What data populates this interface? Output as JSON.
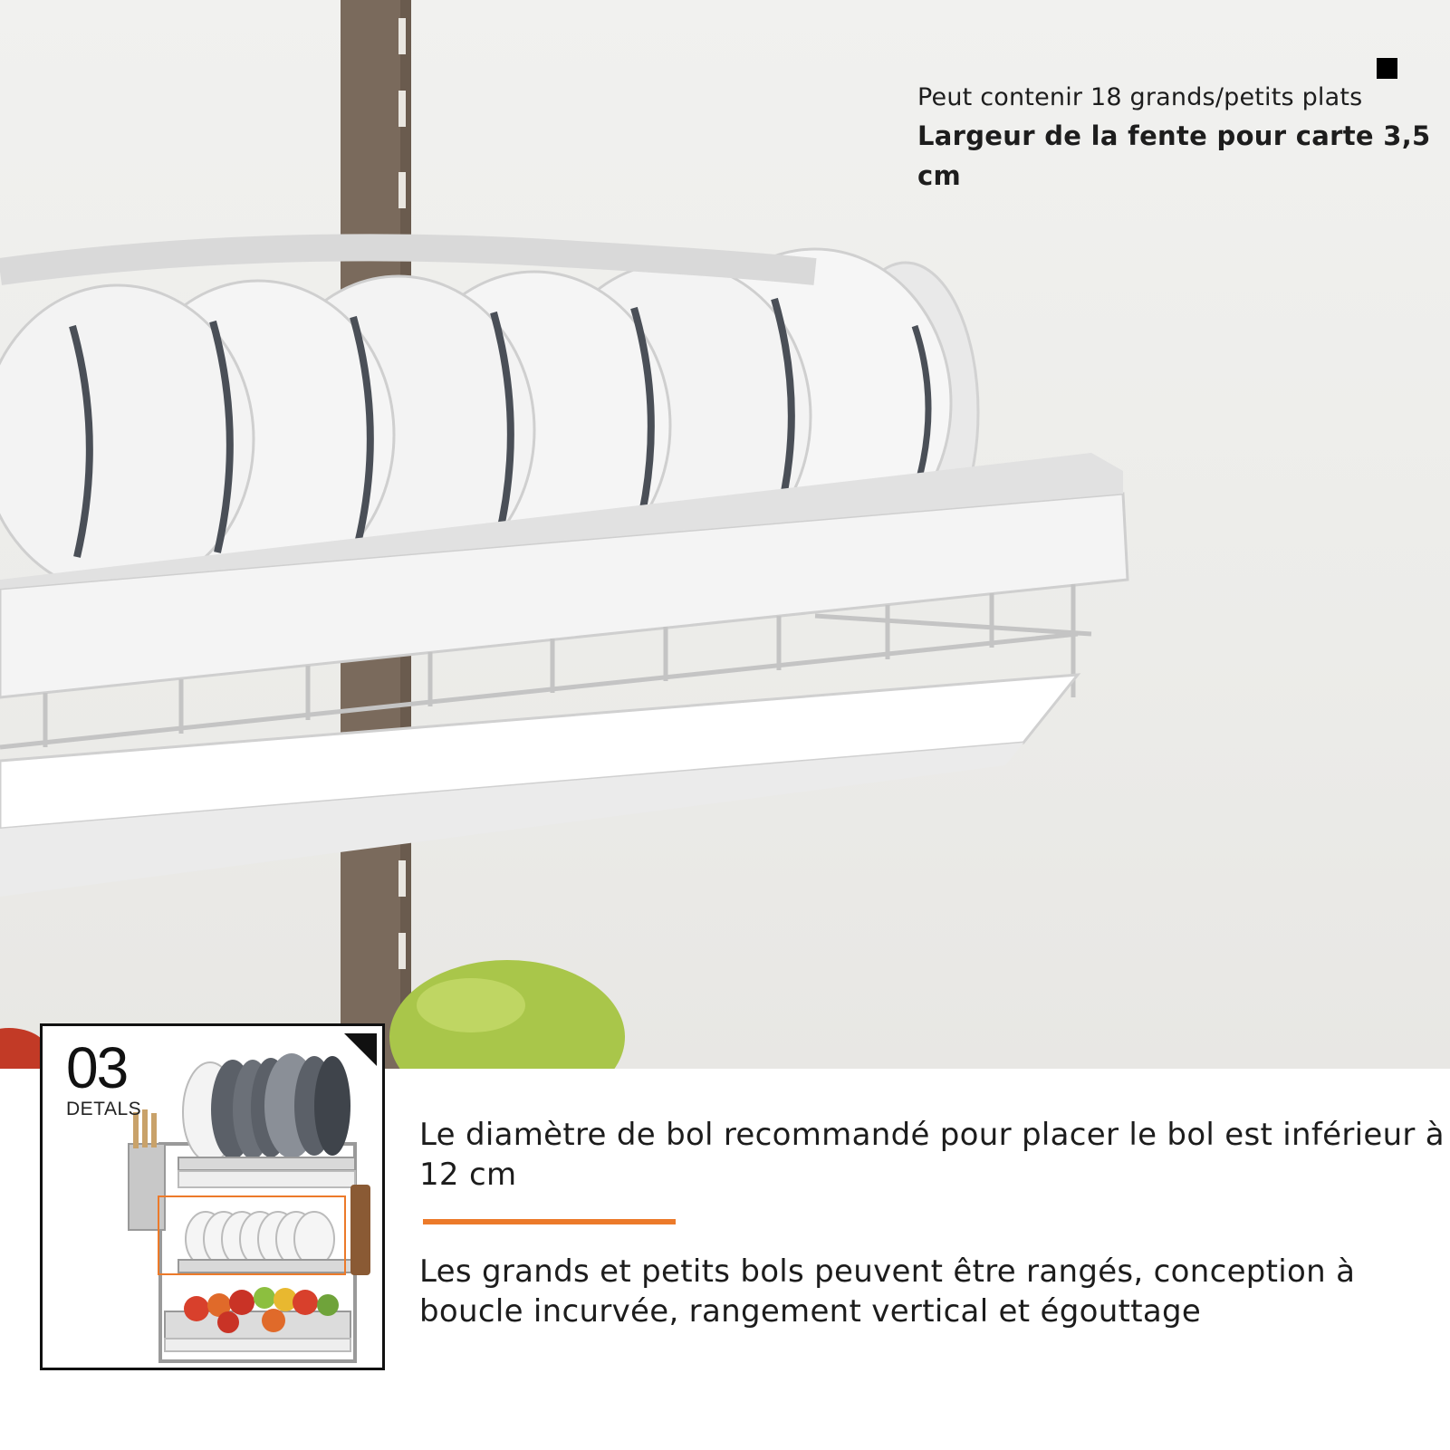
{
  "top_caption": {
    "line1": "Peut contenir 18 grands/petits plats",
    "line2": "Largeur de la fente pour carte 3,5 cm"
  },
  "inset": {
    "number": "03",
    "label": "DETALS"
  },
  "description": {
    "first": "Le diamètre de bol recommandé pour placer le bol est inférieur à 12 cm",
    "second": "Les grands et petits bols peuvent être rangés, conception à boucle incurvée, rangement vertical et égouttage"
  },
  "colors": {
    "accent": "#ec7a2a",
    "text": "#1c1c1c",
    "frame": "#111111"
  }
}
